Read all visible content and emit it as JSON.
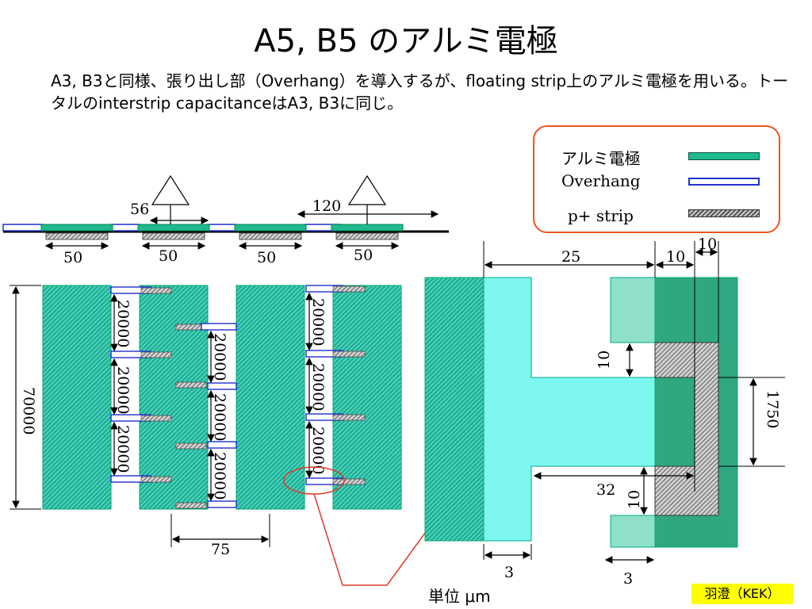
{
  "title": "A5, B5 のアルミ電極",
  "subtitle": "A3, B3と同様、張り出し部（Overhang）を導入するが、floating strip上のアルミ電極を用いる。トータルのinterstrip capacitanceはA3, B3に同じ。",
  "legend": {
    "aluminum": "アルミ電極",
    "overhang": "Overhang",
    "pstrip": "p+ strip"
  },
  "colors": {
    "aluminum": "#1fb88f",
    "overhang_border": "#1f2fd0",
    "pstrip": "#7a7a7a",
    "annotation": "#e03a2a",
    "light_cyan": "#7ff7f1",
    "mint": "#8fe0c8"
  },
  "cross_section": {
    "dim_56": "56",
    "dim_120": "120",
    "dim_50_a": "50",
    "dim_50_b": "50",
    "dim_50_c": "50",
    "dim_50_d": "50"
  },
  "top_view": {
    "dim_70000": "70000",
    "dim_20000": "20000",
    "dim_75": "75"
  },
  "detail": {
    "dim_25": "25",
    "dim_10_top": "10",
    "dim_10_top2": "10",
    "dim_10_left_upper": "10",
    "dim_10_left_lower": "10",
    "dim_1750": "1750",
    "dim_32": "32",
    "dim_3_left": "3",
    "dim_3_right": "3"
  },
  "unit_label": "単位 μm",
  "credit": "羽澄（KEK）"
}
